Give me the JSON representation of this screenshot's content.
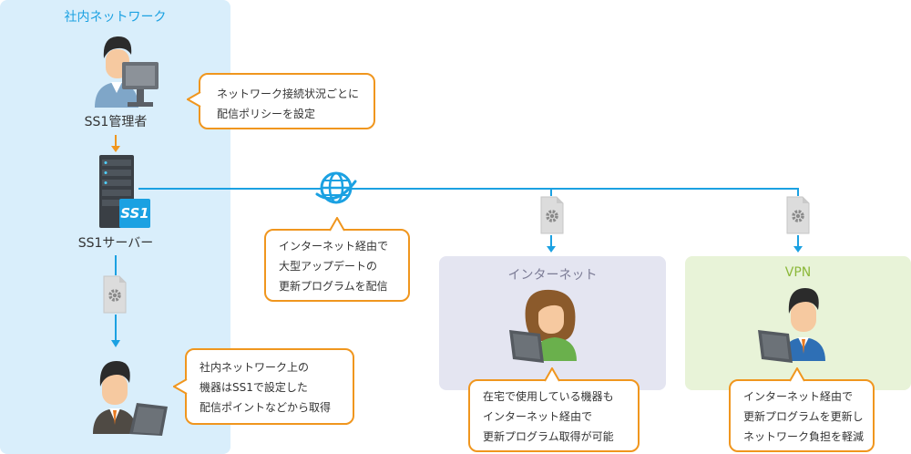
{
  "zones": {
    "internal": {
      "title": "社内ネットワーク",
      "color": "#d9eefb",
      "title_color": "#1ba1e2"
    },
    "internet": {
      "title": "インターネット",
      "color": "#e4e5f1",
      "title_color": "#7b7b95"
    },
    "vpn": {
      "title": "VPN",
      "color": "#e8f3d8",
      "title_color": "#8cb83a"
    }
  },
  "labels": {
    "admin": "SS1管理者",
    "server": "SS1サーバー",
    "server_logo": "SS1"
  },
  "callouts": {
    "admin": [
      "ネットワーク接続状況ごとに",
      "配信ポリシーを設定"
    ],
    "cloud": [
      "インターネット経由で",
      "大型アップデートの",
      "更新プログラムを配信"
    ],
    "internal_pc": [
      "社内ネットワーク上の",
      "機器はSS1で設定した",
      "配信ポイントなどから取得"
    ],
    "home_pc": [
      "在宅で使用している機器も",
      "インターネット経由で",
      "更新プログラム取得が可能"
    ],
    "vpn_pc": [
      "インターネット経由で",
      "更新プログラムを更新し",
      "ネットワーク負担を軽減"
    ]
  },
  "colors": {
    "line": "#1ba1e2",
    "arrow_orange": "#f0961e",
    "callout_border": "#f0961e",
    "hair": "#2b2b2b",
    "skin": "#f6c9a0",
    "laptop": "#555a60",
    "monitor": "#6a7077",
    "file": "#dcdcdc",
    "gear": "#8a8a8a"
  },
  "icons": [
    "globe-icon",
    "server-icon",
    "update-file-icon",
    "person-at-desk-icon",
    "person-laptop-icon"
  ]
}
